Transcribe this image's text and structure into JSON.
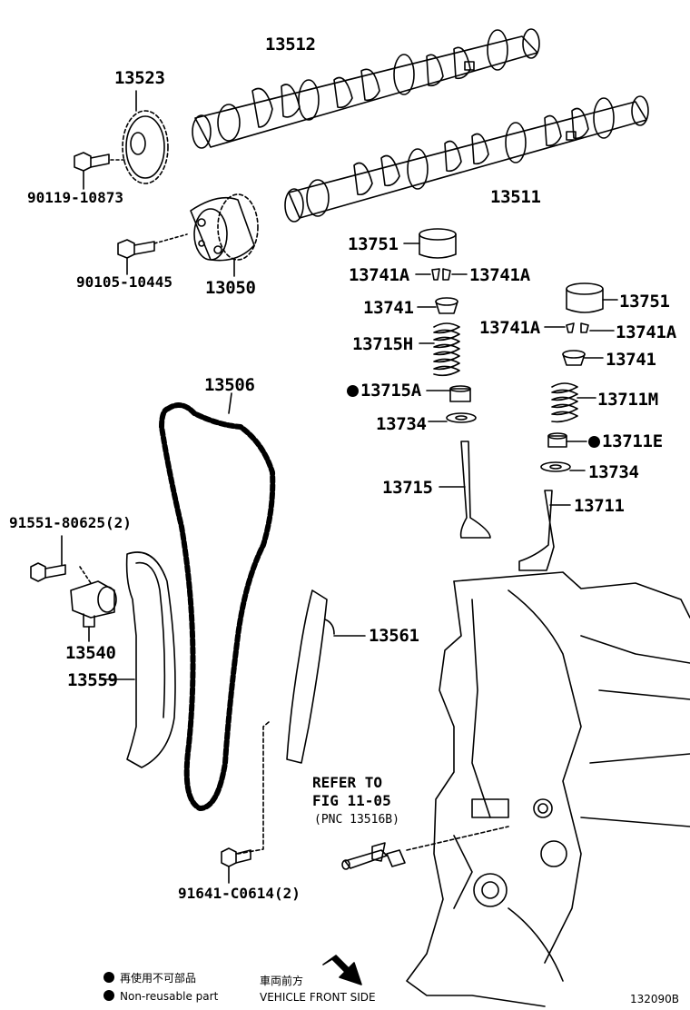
{
  "parts": {
    "p13512": "13512",
    "p13523": "13523",
    "p90119": "90119-10873",
    "p13511": "13511",
    "p90105": "90105-10445",
    "p13050": "13050",
    "p13751_a": "13751",
    "p13741A_a1": "13741A",
    "p13741A_a2": "13741A",
    "p13741_a": "13741",
    "p13751_b": "13751",
    "p13741A_b1": "13741A",
    "p13741A_b2": "13741A",
    "p13715H": "13715H",
    "p13741_b": "13741",
    "p13506": "13506",
    "p13715A": "13715A",
    "p13711M": "13711M",
    "p13734_a": "13734",
    "p13711E": "13711E",
    "p13734_b": "13734",
    "p13715": "13715",
    "p13711": "13711",
    "p91551": "91551-80625(2)",
    "p13540": "13540",
    "p13561": "13561",
    "p13559": "13559",
    "p91641": "91641-C0614(2)"
  },
  "refer": {
    "line1": "REFER TO",
    "line2": "FIG 11-05",
    "line3": "(PNC 13516B)"
  },
  "legend": {
    "jp": "再使用不可部品",
    "en": "Non-reusable part"
  },
  "front": {
    "jp": "車両前方",
    "en": "VEHICLE FRONT SIDE"
  },
  "figure_id": "132090B"
}
